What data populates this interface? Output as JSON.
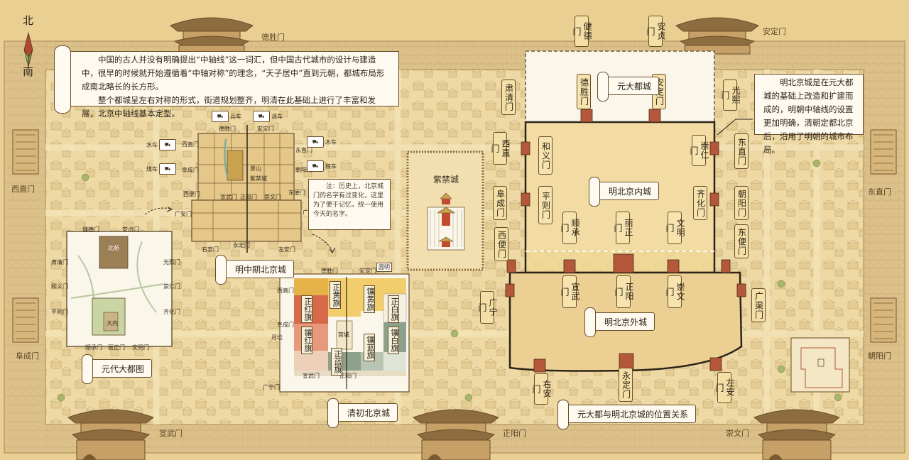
{
  "compass": {
    "north": "北",
    "south": "南"
  },
  "intro": {
    "p1": "中国的古人并没有明确提出“中轴线”这一词汇，但中国古代城市的设计与建造中，很早的时候就开始遵循着“中轴对称”的理念，“天子居中”直到元朝，都城布局形成南北略长的长方形。",
    "p2": "整个都城呈左右对称的形式，街道规划整齐，明清在此基础上进行了丰富和发展，北京中轴线基本定型。"
  },
  "ming_note": "明北京城是在元大都城的基础上改造和扩建而成的，明朝中轴线的设置更加明确，清朝定都北京后，沿用了明朝的城市布局。",
  "outer_wall_labels": {
    "deshengmen": "德胜门",
    "andingmen": "安定门",
    "xizhimen": "西直门",
    "dongzhimen": "东直门",
    "fuchengmen": "阜成门",
    "chaoyangmen": "朝阳门",
    "xuanwumen": "宣武门",
    "zhengyangmen": "正阳门",
    "chongwenmen": "崇文门"
  },
  "big_map": {
    "yuan_gates": {
      "jiande": "健德门",
      "anzhen": "安贞门",
      "suqing": "肃清门",
      "guangxi": "光熙门"
    },
    "inner_gates": {
      "desheng": "德胜门",
      "anding": "安定门",
      "xizhi": "西直门",
      "dongzhi": "东直门",
      "fucheng": "阜成门",
      "chaoyang": "朝阳门",
      "xibian": "西便门",
      "dongbian": "东便门",
      "heyi": "和义门",
      "chongren": "崇仁门",
      "pingze": "平则门",
      "qihua": "齐化门",
      "shuncheng": "顺承门",
      "lizheng": "丽正门",
      "wenming": "文明门"
    },
    "outer_gates": {
      "xuanwu": "宣武门",
      "zhengyang": "正阳门",
      "chongwen": "崇文门",
      "guangning": "广宁门",
      "guangqu": "广渠门",
      "youan": "右安门",
      "yongding": "永定门",
      "zuoan": "左安门"
    },
    "tags": {
      "yuan": "元大都城",
      "inner": "明北京内城",
      "outer": "明北京外城",
      "relation": "元大都与明北京城的位置关系"
    }
  },
  "forbidden_city": {
    "title": "紫禁城"
  },
  "yuan_map": {
    "title": "元代大都图",
    "labels": {
      "jiande": "健德门",
      "anzhen": "安贞门",
      "suqing": "肃清门",
      "guangxi": "光熙门",
      "heyi": "和义门",
      "chongren": "崇仁门",
      "pingze": "平则门",
      "qihua": "齐化门",
      "shuncheng": "顺承门",
      "lizheng": "丽正门",
      "wenming": "文明门",
      "beiyuan": "北苑",
      "danei": "大内"
    }
  },
  "ming_mid_map": {
    "title": "明中期北京城",
    "gates": {
      "desheng": "德胜门",
      "anding": "安定门",
      "xizhi": "西直门",
      "dongzhi": "东直门",
      "fucheng": "阜成门",
      "chaoyang": "朝阳门",
      "xuanwu": "宣武门",
      "zhengyang": "正阳门",
      "chongwen": "崇文门",
      "xibian": "西便门",
      "dongbian": "东便门",
      "guangan": "广安门",
      "guangqu": "广渠门",
      "youan": "右安门",
      "yongding": "永定门",
      "zuoan": "左安门"
    },
    "inner": {
      "jingshan": "景山",
      "zijincheng": "紫禁城"
    },
    "legend": {
      "bingche": "兵车",
      "jiuche": "酒车",
      "shuiche": "水车",
      "muche": "木车",
      "meiche": "煤车",
      "liangche": "粮车"
    },
    "note": "注：历史上，北京城门的名字有过变化，这里为了便于记忆，统一使用今天的名字。"
  },
  "qing_map": {
    "title": "清初北京城",
    "gates": {
      "desheng": "德胜门",
      "anding": "安定门",
      "xizhi": "西直门",
      "fucheng": "阜成门",
      "yuecheng": "月坛",
      "guangan": "广宁门",
      "xuanwu": "宣武门",
      "zhengyang": "正阳门"
    },
    "banners": {
      "zhenghuang": "正黄旗",
      "xianghuang": "镶黄旗",
      "zhengbai": "正白旗",
      "xiangbai": "镶白旗",
      "zhenghong": "正红旗",
      "xianghong": "镶红旗",
      "zhenglan": "正蓝旗",
      "xianglan": "镶蓝旗",
      "gongcheng": "宫城",
      "yuanming": "圆明"
    }
  }
}
